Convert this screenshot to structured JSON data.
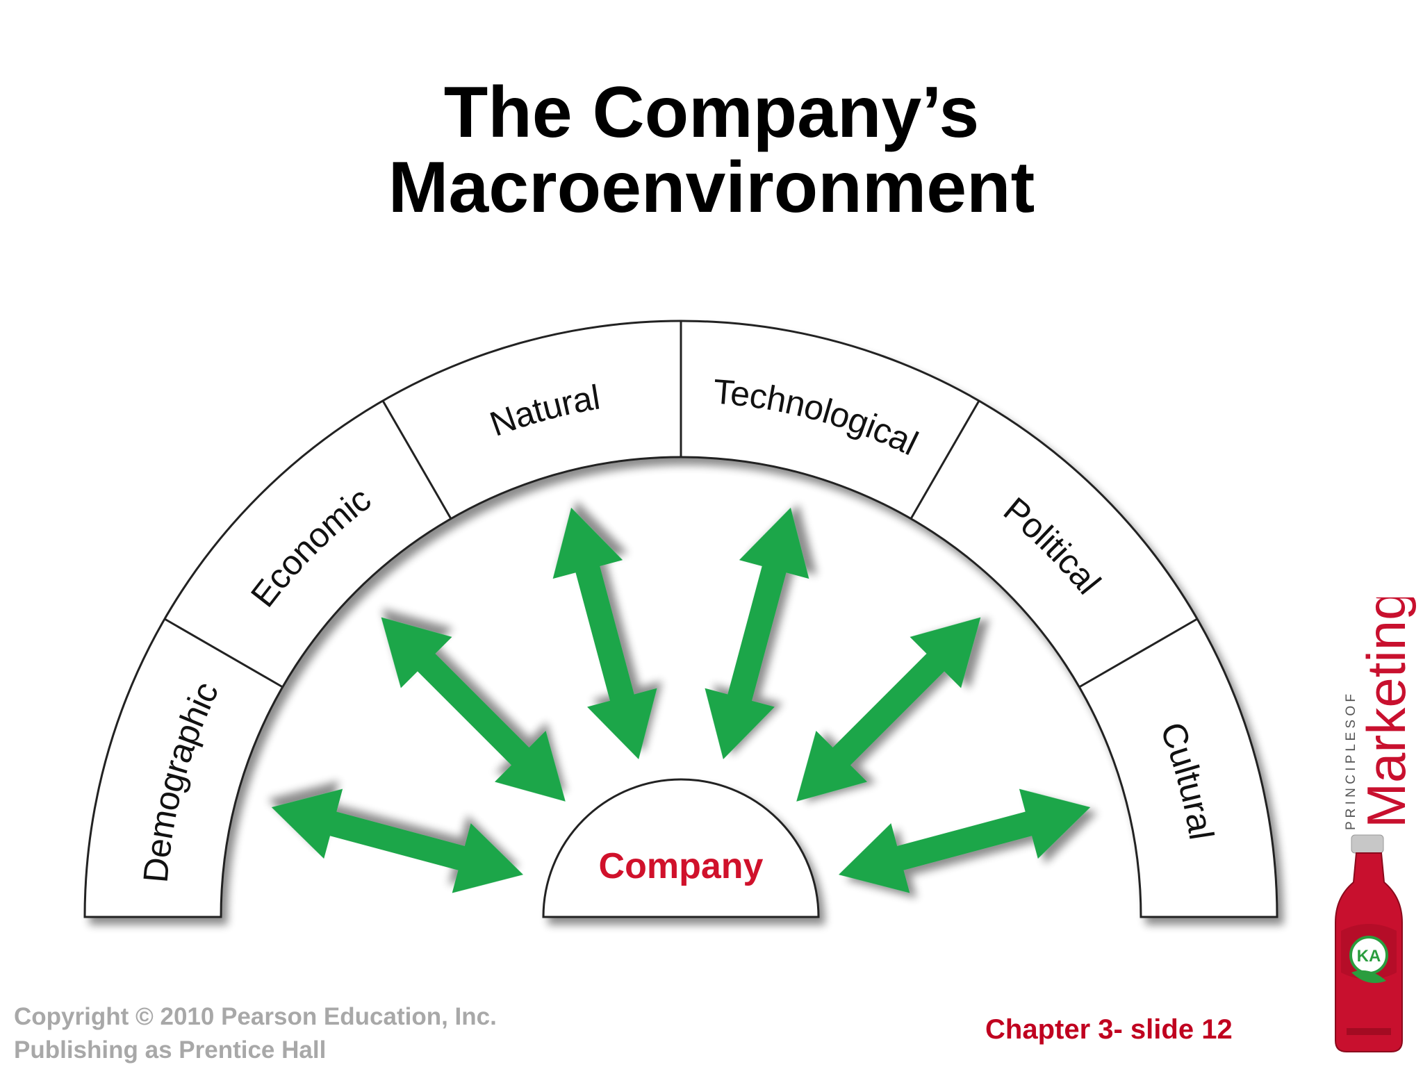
{
  "slide": {
    "title_line1": "The Company’s",
    "title_line2": "Macroenvironment"
  },
  "diagram": {
    "segments": [
      "Demographic",
      "Economic",
      "Natural",
      "Technological",
      "Political",
      "Cultural"
    ],
    "center_label": "Company"
  },
  "footer": {
    "copyright_line1": "Copyright © 2010 Pearson Education, Inc.",
    "copyright_line2": "Publishing as Prentice Hall",
    "slide_number": "Chapter 3- slide 12"
  },
  "branding": {
    "series_small": "P R I N C I P L E S   O F",
    "series_big": "Marketing",
    "bottle_logo": "KA"
  },
  "colors": {
    "arrow": "#1aa64a",
    "company_text": "#d0112b",
    "footer_gray": "#a8a8a8",
    "footer_red": "#c0001f",
    "brand_red": "#c8102e"
  }
}
